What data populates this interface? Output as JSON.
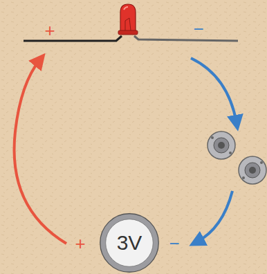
{
  "diagram": {
    "nodes": [
      {
        "text": [
          "3V"
        ]
      }
    ],
    "labels": [
      "+",
      "−",
      "+",
      "−"
    ]
  }
}
